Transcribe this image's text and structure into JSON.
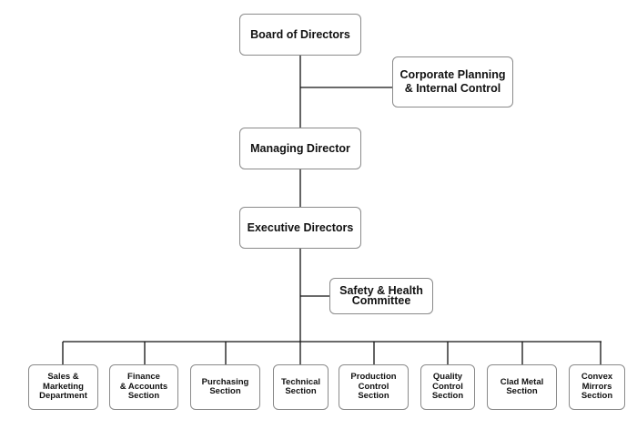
{
  "nodes": {
    "board": "Board of Directors",
    "corporate_planning": "Corporate Planning\n& Internal Control",
    "managing_director": "Managing Director",
    "executive_directors": "Executive Directors",
    "safety_committee": "Safety & Health\nCommittee",
    "sections": [
      "Sales &\nMarketing\nDepartment",
      "Finance\n& Accounts\nSection",
      "Purchasing\nSection",
      "Technical\nSection",
      "Production\nControl\nSection",
      "Quality\nControl\nSection",
      "Clad Metal\nSection",
      "Convex\nMirrors\nSection"
    ]
  },
  "colors": {
    "line": "#111111",
    "box_border": "#8a8a8a",
    "text": "#111111"
  }
}
